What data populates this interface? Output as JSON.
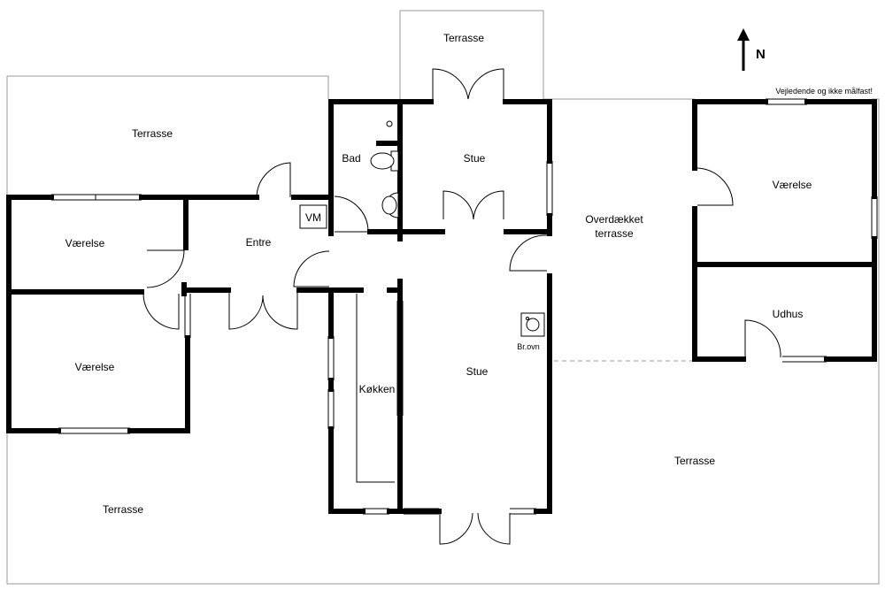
{
  "floor_plan": {
    "disclaimer": "Vejledende og ikke målfast!",
    "north_label": "N",
    "rooms": {
      "terrasse_nw": "Terrasse",
      "terrasse_top": "Terrasse",
      "bad": "Bad",
      "stue_small": "Stue",
      "vm": "VM",
      "vaerelse_w": "Værelse",
      "entre": "Entre",
      "overdaekket_line1": "Overdækket",
      "overdaekket_line2": "terrasse",
      "vaerelse_e": "Værelse",
      "udhus": "Udhus",
      "vaerelse_sw": "Værelse",
      "koekken": "Køkken",
      "stue_large": "Stue",
      "broeendeovn": "Br.ovn",
      "terrasse_se": "Terrasse",
      "terrasse_sw": "Terrasse"
    }
  }
}
